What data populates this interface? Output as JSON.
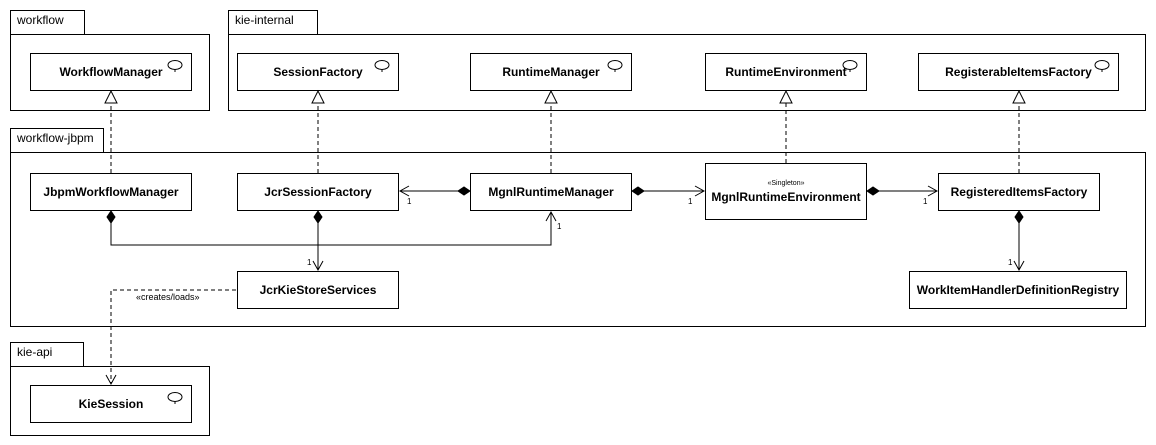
{
  "packages": {
    "workflow": "workflow",
    "kie_internal": "kie-internal",
    "workflow_jbpm": "workflow-jbpm",
    "kie_api": "kie-api"
  },
  "classes": {
    "workflow_manager": "WorkflowManager",
    "session_factory": "SessionFactory",
    "runtime_manager": "RuntimeManager",
    "runtime_environment": "RuntimeEnvironment",
    "registerable_items_factory": "RegisterableItemsFactory",
    "jbpm_workflow_manager": "JbpmWorkflowManager",
    "jcr_session_factory": "JcrSessionFactory",
    "mgnl_runtime_manager": "MgnlRuntimeManager",
    "mgnl_runtime_environment": "MgnlRuntimeEnvironment",
    "registered_items_factory": "RegisteredItemsFactory",
    "jcr_kie_store_services": "JcrKieStoreServices",
    "work_item_handler_definition_registry": "WorkItemHandlerDefinitionRegistry",
    "kie_session": "KieSession"
  },
  "stereotypes": {
    "singleton": "«Singleton»"
  },
  "multiplicities": {
    "jcr_session_factory": "1",
    "mgnl_runtime_environment": "1",
    "registered_items_factory": "1",
    "mgnl_runtime_manager": "1",
    "jcr_kie_store_services": "1",
    "work_item_handler_definition_registry": "1"
  },
  "edge_labels": {
    "creates_loads": "«creates/loads»"
  }
}
